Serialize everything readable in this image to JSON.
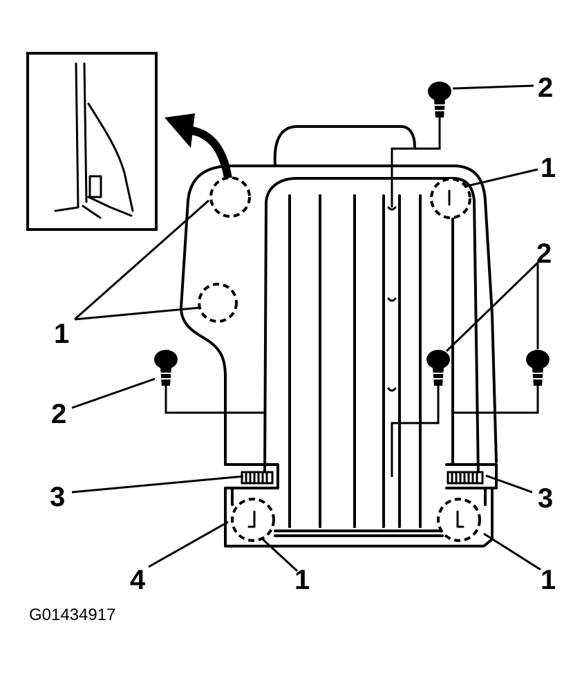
{
  "callouts": {
    "c1_top_right": "1",
    "c2_top_right": "2",
    "c2_right": "2",
    "c1_left": "1",
    "c2_left": "2",
    "c3_left": "3",
    "c3_right": "3",
    "c4_bottom_left": "4",
    "c1_bottom_left": "1",
    "c1_bottom_right": "1"
  },
  "figure_id": "G01434917",
  "icons": {
    "bolt": "bolt-icon",
    "arrow": "curved-arrow-icon"
  }
}
